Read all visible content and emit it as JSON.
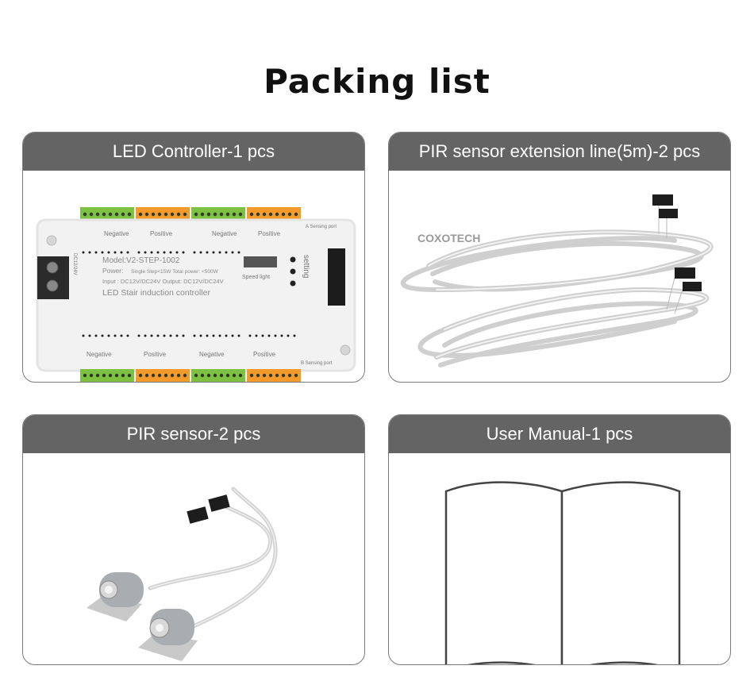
{
  "page": {
    "title": "Packing list"
  },
  "items": [
    {
      "label": "LED Controller-1 pcs"
    },
    {
      "label": "PIR sensor extension line(5m)-2 pcs"
    },
    {
      "label": "PIR sensor-2 pcs"
    },
    {
      "label": "User Manual-1 pcs"
    }
  ],
  "controller": {
    "model": "Model:V2-STEP-1002",
    "power": "Power:",
    "power_detail": "Single Step<15W Total power: <500W",
    "input": "Input : DC12V/DC24V Output: DC12V/DC24V",
    "name": "LED Stair induction controller",
    "speed_light": "Speed light",
    "setting": "setting",
    "negative": "Negative",
    "positive": "Positive",
    "a_port": "A Sensing port",
    "b_port": "B Sensing port",
    "input_label": "DC12/24V",
    "input_side": "Input"
  },
  "watermark": "COXOTECH",
  "colors": {
    "header": "#646464",
    "green_terminal": "#7cc142",
    "orange_terminal": "#f39a2a"
  }
}
